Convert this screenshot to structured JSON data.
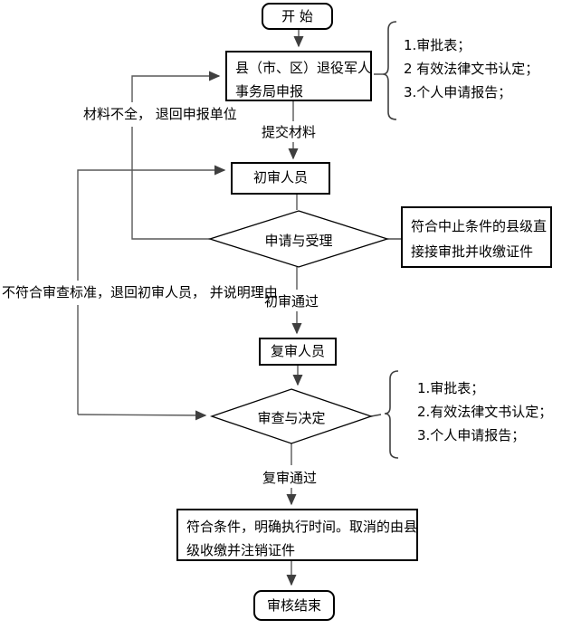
{
  "flowchart": {
    "start_label": "开 始",
    "end_label": "审核结束",
    "nodes": {
      "declare": {
        "line1": "县（市、区）退役军人",
        "line2": "事务局申报"
      },
      "preliminary_reviewer": "初审人员",
      "acceptance_decision": "申请与受理",
      "suspend": {
        "line1": "符合中止条件的县级直",
        "line2": "接接审批并收缴证件"
      },
      "second_reviewer": "复审人员",
      "final_decision": "审查与决定",
      "result": {
        "line1": "符合条件，明确执行时间。取消的由县",
        "line2": "级收缴并注销证件"
      }
    },
    "edge_labels": {
      "submit_materials": "提交材料",
      "preliminary_passed": "初审通过",
      "second_passed": "复审通过",
      "return_declare_line1": "材料不全，",
      "return_declare_line2": "退回申报单位",
      "return_reviewer_line1": "不符合审查标准，退回初审人员，",
      "return_reviewer_line2": "并说明理由"
    },
    "annotations": {
      "materials_top": [
        "1.审批表；",
        "2 有效法律文书认定；",
        "3.个人申请报告；"
      ],
      "materials_bottom": [
        "1.审批表；",
        "2.有效法律文书认定；",
        "3.个人申请报告；"
      ]
    },
    "colors": {
      "connector": "#595959",
      "shape_border": "#000000",
      "text": "#000000"
    }
  }
}
